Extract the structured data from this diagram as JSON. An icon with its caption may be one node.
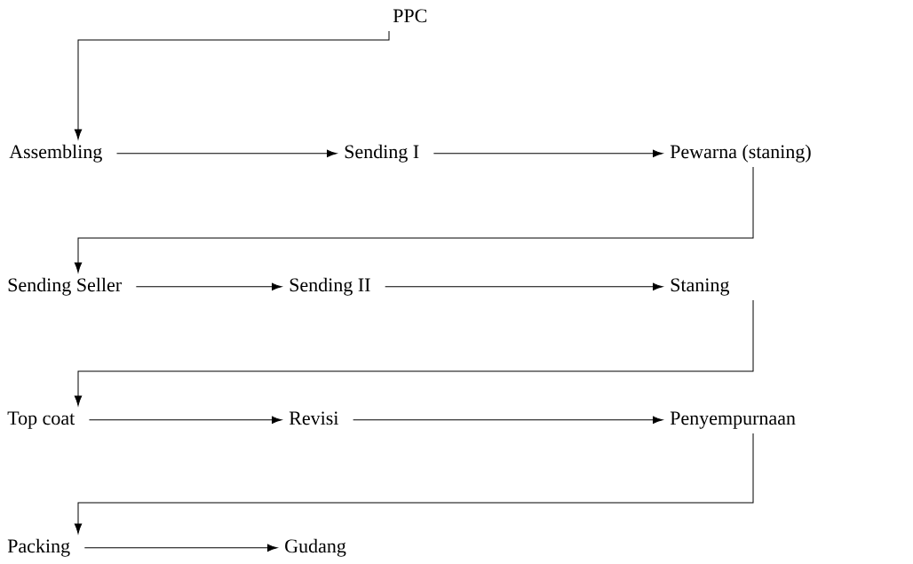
{
  "diagram": {
    "nodes": [
      {
        "text": [
          "PPC"
        ]
      },
      {
        "text": [
          "Assembling"
        ]
      },
      {
        "text": [
          "Sending I"
        ]
      },
      {
        "text": [
          "Pewarna (staning)"
        ]
      },
      {
        "text": [
          "Sending Seller"
        ]
      },
      {
        "text": [
          "Sending II"
        ]
      },
      {
        "text": [
          "Staning"
        ]
      },
      {
        "text": [
          "Top coat"
        ]
      },
      {
        "text": [
          "Revisi"
        ]
      },
      {
        "text": [
          "Penyempurnaan"
        ]
      },
      {
        "text": [
          "Packing"
        ]
      },
      {
        "text": [
          "Gudang"
        ]
      }
    ],
    "edges": [
      {
        "from": 0,
        "to": 1,
        "arrow": "to"
      },
      {
        "from": 1,
        "to": 2,
        "arrow": "to"
      },
      {
        "from": 2,
        "to": 3,
        "arrow": "to"
      },
      {
        "from": 3,
        "to": 4,
        "arrow": "to"
      },
      {
        "from": 4,
        "to": 5,
        "arrow": "to"
      },
      {
        "from": 5,
        "to": 6,
        "arrow": "to"
      },
      {
        "from": 6,
        "to": 7,
        "arrow": "to"
      },
      {
        "from": 7,
        "to": 8,
        "arrow": "to"
      },
      {
        "from": 8,
        "to": 9,
        "arrow": "to"
      },
      {
        "from": 9,
        "to": 10,
        "arrow": "to"
      },
      {
        "from": 10,
        "to": 11,
        "arrow": "to"
      }
    ]
  }
}
